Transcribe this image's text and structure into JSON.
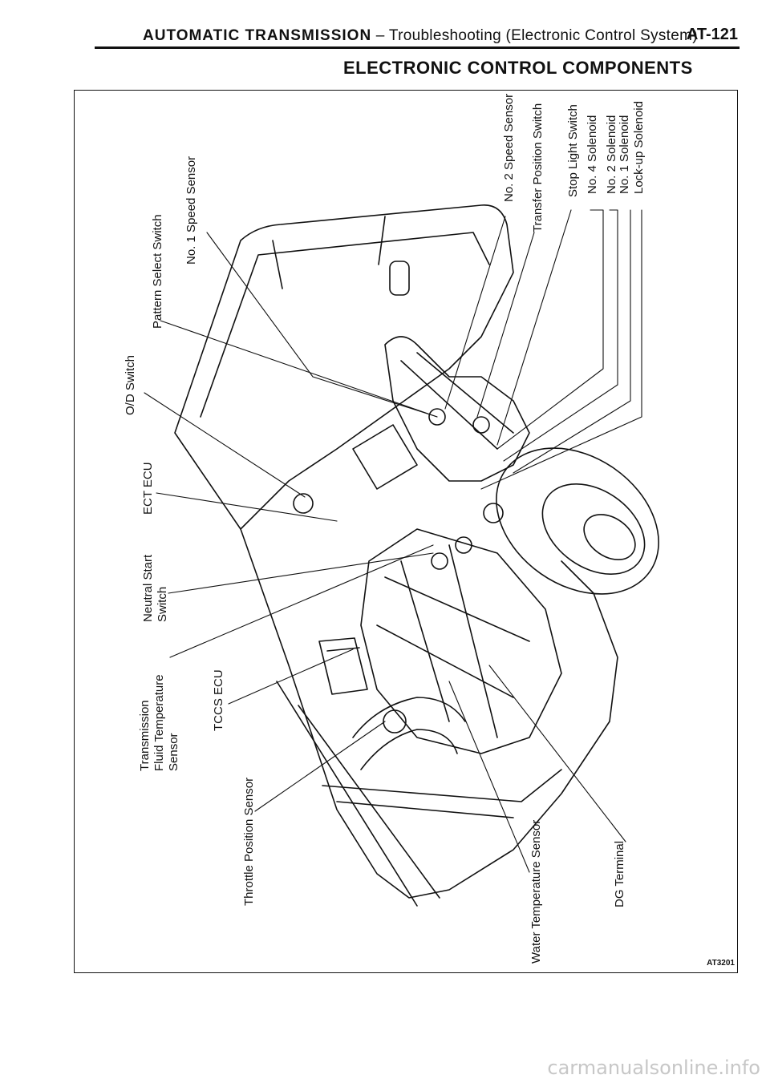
{
  "header": {
    "section": "AUTOMATIC TRANSMISSION",
    "subtitle": "– Troubleshooting (Electronic Control System)",
    "page_number": "AT-121"
  },
  "title": "ELECTRONIC CONTROL COMPONENTS",
  "labels": {
    "od_switch": "O/D Switch",
    "ect_ecu": "ECT ECU",
    "neutral_start_1": "Neutral Start",
    "neutral_start_2": "Switch",
    "fluid_temp_1": "Transmission",
    "fluid_temp_2": "Fluid Temperature",
    "fluid_temp_3": "Sensor",
    "tccs_ecu": "TCCS ECU",
    "throttle_sensor": "Throttle Position Sensor",
    "pattern_switch": "Pattern Select Switch",
    "speed_sensor_1": "No. 1 Speed Sensor",
    "speed_sensor_2": "No. 2 Speed Sensor",
    "transfer_switch": "Transfer Position Switch",
    "stop_light": "Stop Light Switch",
    "solenoid_4": "No. 4 Solenoid",
    "solenoid_2": "No. 2 Solenoid",
    "solenoid_1": "No. 1 Solenoid",
    "lockup_solenoid": "Lock-up Solenoid",
    "water_temp": "Water Temperature Sensor",
    "dg_terminal": "DG Terminal"
  },
  "figure_code": "AT3201",
  "watermark": "carmanualsonline.info"
}
